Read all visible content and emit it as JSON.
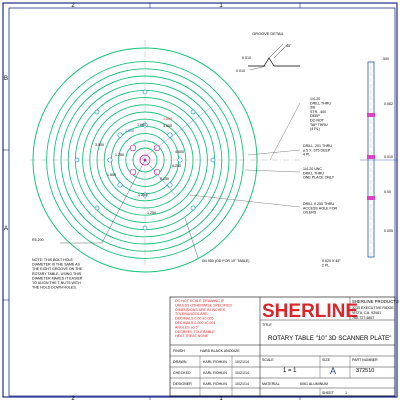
{
  "zones": {
    "top": [
      "2",
      "1"
    ],
    "bottom": [
      "2",
      "1"
    ],
    "left": [
      "B",
      "A"
    ]
  },
  "groove_detail": {
    "title": "GROOVE DETAIL",
    "angle": "45°",
    "width": "0.010",
    "depth": "0.010"
  },
  "plate_dims": {
    "d1": "1.500",
    "d2": "1.000",
    "d3": "1.600",
    "d4": "3.500",
    "d5": "1.250",
    "d6": "1.600",
    "d7": "0.150",
    "d8": "0.250",
    "d9": "4.600",
    "d10": "3.500",
    "d11": "1.250",
    "d12": "1.250",
    "outer_radius": "R5.200",
    "groove_diameter": "Ø4.950 (OD FOR 10\" TABLE)"
  },
  "side_dims": {
    "top": ".500",
    "mid": "0.062",
    "r1": "0.010",
    "r2": "0.00",
    "r3": "0.005"
  },
  "callouts": [
    "1/4-20\nDRILL THRU\n3/8\nSTR. .400\nDEEP\nDO NOT\nTAP THRU\n(4 PL)",
    "DRILL .201 THRU\n⌀.5 X .375 DEEP\n4 PL",
    "1/4-20 UNC\nDRILL THRU\nONE PLACE ONLY",
    "DRILL 0.250 THRU\nACCESS HOLE FOR\nOILERS",
    "0.020 X 45°\n2 PL"
  ],
  "bolt_note": "NOTE: THIS BOLT HOLE\nDIAMETER IS THE SAME AS\nTHE EIGHT GROOVE ON THE\nROTARY TABLE. USING THIS\nDIAMETER MAKES IT EASIER\nTO ALIGN THE T-NUTS WITH\nTHE HOLD DOWN HOLES.",
  "tolerances": [
    "DO NOT SCALE DRAWING IF",
    "UNLESS OTHERWISE SPECIFIED",
    "DIMENSIONS ARE IN INCHES",
    "TOLERANCES ARE:",
    "DECIMALS 0.00          ±0.005",
    "DECIMALS 0.000          ±0.001",
    "ANGLES                      ±0.5°",
    "DEGREES                    TOLERABLE",
    "HEAT TREAT                   NONE"
  ],
  "finish": {
    "label": "FINISH",
    "value": "HARD BLACK ANODIZE"
  },
  "signoffs": [
    {
      "role": "DRAWN",
      "name": "KARL ROHLIN",
      "date": "10/21/14"
    },
    {
      "role": "CHECKED",
      "name": "KARL ROHLIN",
      "date": "10/21/14"
    },
    {
      "role": "DESIGNER",
      "name": "KARL ROHLIN",
      "date": "10/21/14"
    }
  ],
  "logo": "SHERLINE",
  "company": {
    "name": "SHERLINE PRODUCTS",
    "address": "3235 EXECUTIVE RIDGE",
    "city": "VISTA, CA. 92081",
    "phone": "760-727-5857"
  },
  "title_label": "TITLE",
  "title": "ROTARY TABLE \"10\" 3D SCANNER PLATE\"",
  "scale": {
    "label": "SCALE",
    "value": "1 = 1"
  },
  "size": {
    "label": "SIZE",
    "value": "A"
  },
  "part": {
    "label": "PART NUMBER",
    "value": "372510"
  },
  "material": {
    "label": "MATERIAL",
    "value": "6061 ALUMINUM"
  },
  "sheet": {
    "label": "SHEET",
    "value": "1"
  },
  "colors": {
    "rings": "#18c27a",
    "holes": "#1e9ad6",
    "center": "#c02fb0",
    "highlight": "#c92ec0",
    "leader": "#22a",
    "border": "#1f2f8a"
  }
}
